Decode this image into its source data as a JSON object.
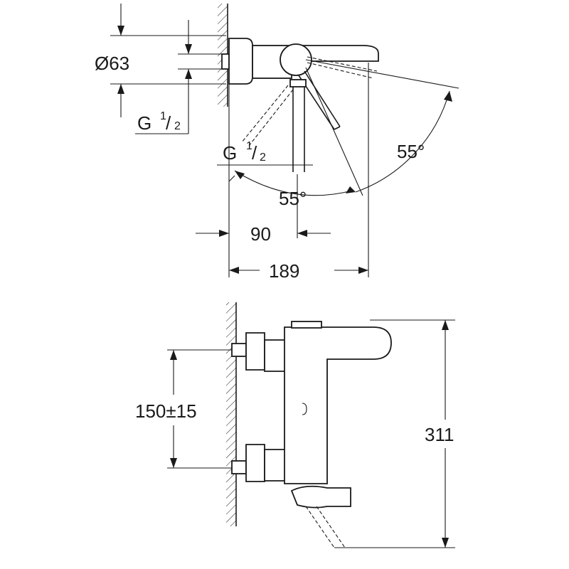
{
  "drawing": {
    "top_view": {
      "diameter_label": "Ø63",
      "thread_label_left": {
        "main": "G",
        "num": "1",
        "den": "2"
      },
      "thread_label_center": {
        "main": "G",
        "num": "1",
        "den": "2"
      },
      "angle_right": "55°",
      "angle_bottom": "55°",
      "dim_90": "90",
      "dim_189": "189"
    },
    "front_view": {
      "dim_centers": "150±15",
      "dim_height": "311"
    }
  }
}
